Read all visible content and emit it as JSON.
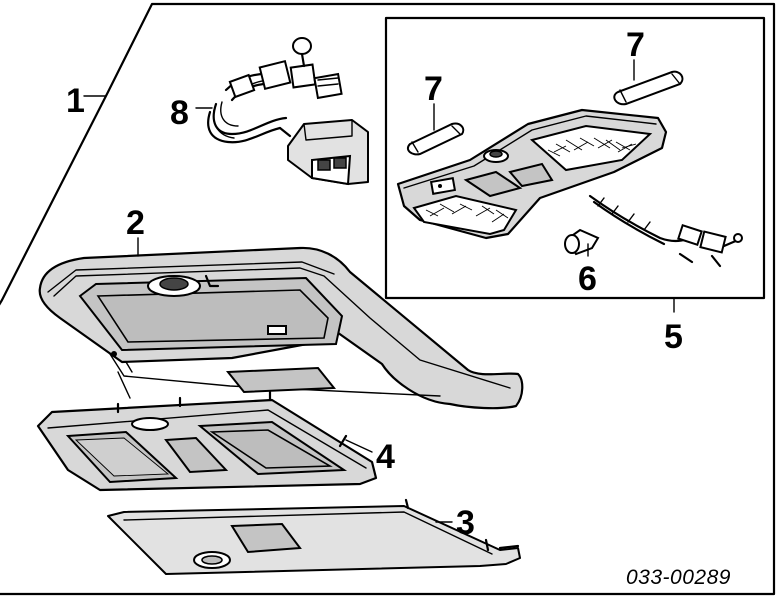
{
  "callouts": {
    "c1": "1",
    "c2": "2",
    "c3": "3",
    "c4": "4",
    "c5": "5",
    "c6": "6",
    "c7a": "7",
    "c7b": "7",
    "c8": "8"
  },
  "catalog_number": "033-00289"
}
